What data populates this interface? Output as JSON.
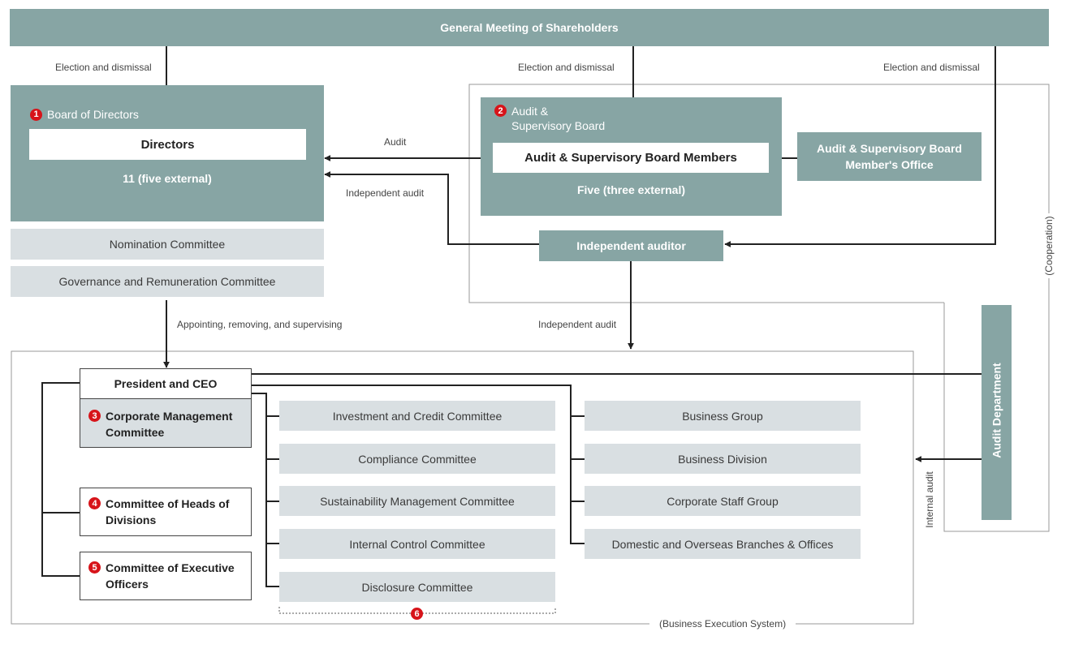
{
  "top": {
    "shareholders": "General Meeting of Shareholders"
  },
  "labels": {
    "election_left": "Election and dismissal",
    "election_mid": "Election and dismissal",
    "election_right": "Election and dismissal",
    "audit": "Audit",
    "independent_audit_left": "Independent audit",
    "independent_audit_mid": "Independent audit",
    "appointing": "Appointing, removing, and supervising",
    "internal_audit": "Internal audit",
    "cooperation": "(Cooperation)",
    "business_execution": "(Business Execution System)"
  },
  "board": {
    "badge": "1",
    "title": "Board of Directors",
    "directors": "Directors",
    "count": "11 (five external)"
  },
  "audit_board": {
    "badge": "2",
    "title_line1": "Audit &",
    "title_line2": "Supervisory Board",
    "members": "Audit & Supervisory Board Members",
    "count": "Five (three external)",
    "office_line1": "Audit & Supervisory Board",
    "office_line2": "Member's Office"
  },
  "independent_auditor": "Independent auditor",
  "committees_top": {
    "nomination": "Nomination Committee",
    "governance": "Governance and Remuneration Committee"
  },
  "execution": {
    "president": "President and CEO",
    "cmc_badge": "3",
    "cmc_line1": "Corporate Management",
    "cmc_line2": "Committee",
    "heads_badge": "4",
    "heads_line1": "Committee of Heads of",
    "heads_line2": "Divisions",
    "exec_badge": "5",
    "exec_line1": "Committee of Executive",
    "exec_line2": "Officers",
    "committees": [
      "Investment and Credit Committee",
      "Compliance Committee",
      "Sustainability Management Committee",
      "Internal Control Committee",
      "Disclosure Committee"
    ],
    "committees_badge": "6",
    "groups": [
      "Business Group",
      "Business Division",
      "Corporate Staff Group",
      "Domestic and Overseas Branches & Offices"
    ]
  },
  "audit_department": "Audit Department"
}
